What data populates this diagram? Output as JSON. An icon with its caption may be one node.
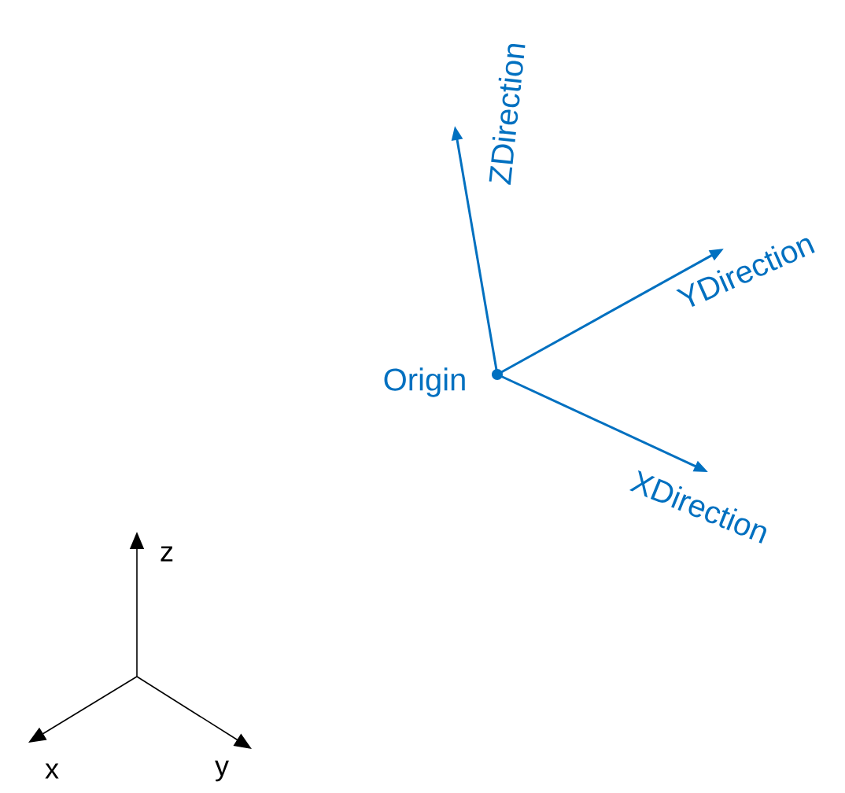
{
  "diagram": {
    "labels": [
      "ZDirection",
      "YDirection",
      "Origin",
      "XDirection",
      "z",
      "x",
      "y"
    ]
  }
}
